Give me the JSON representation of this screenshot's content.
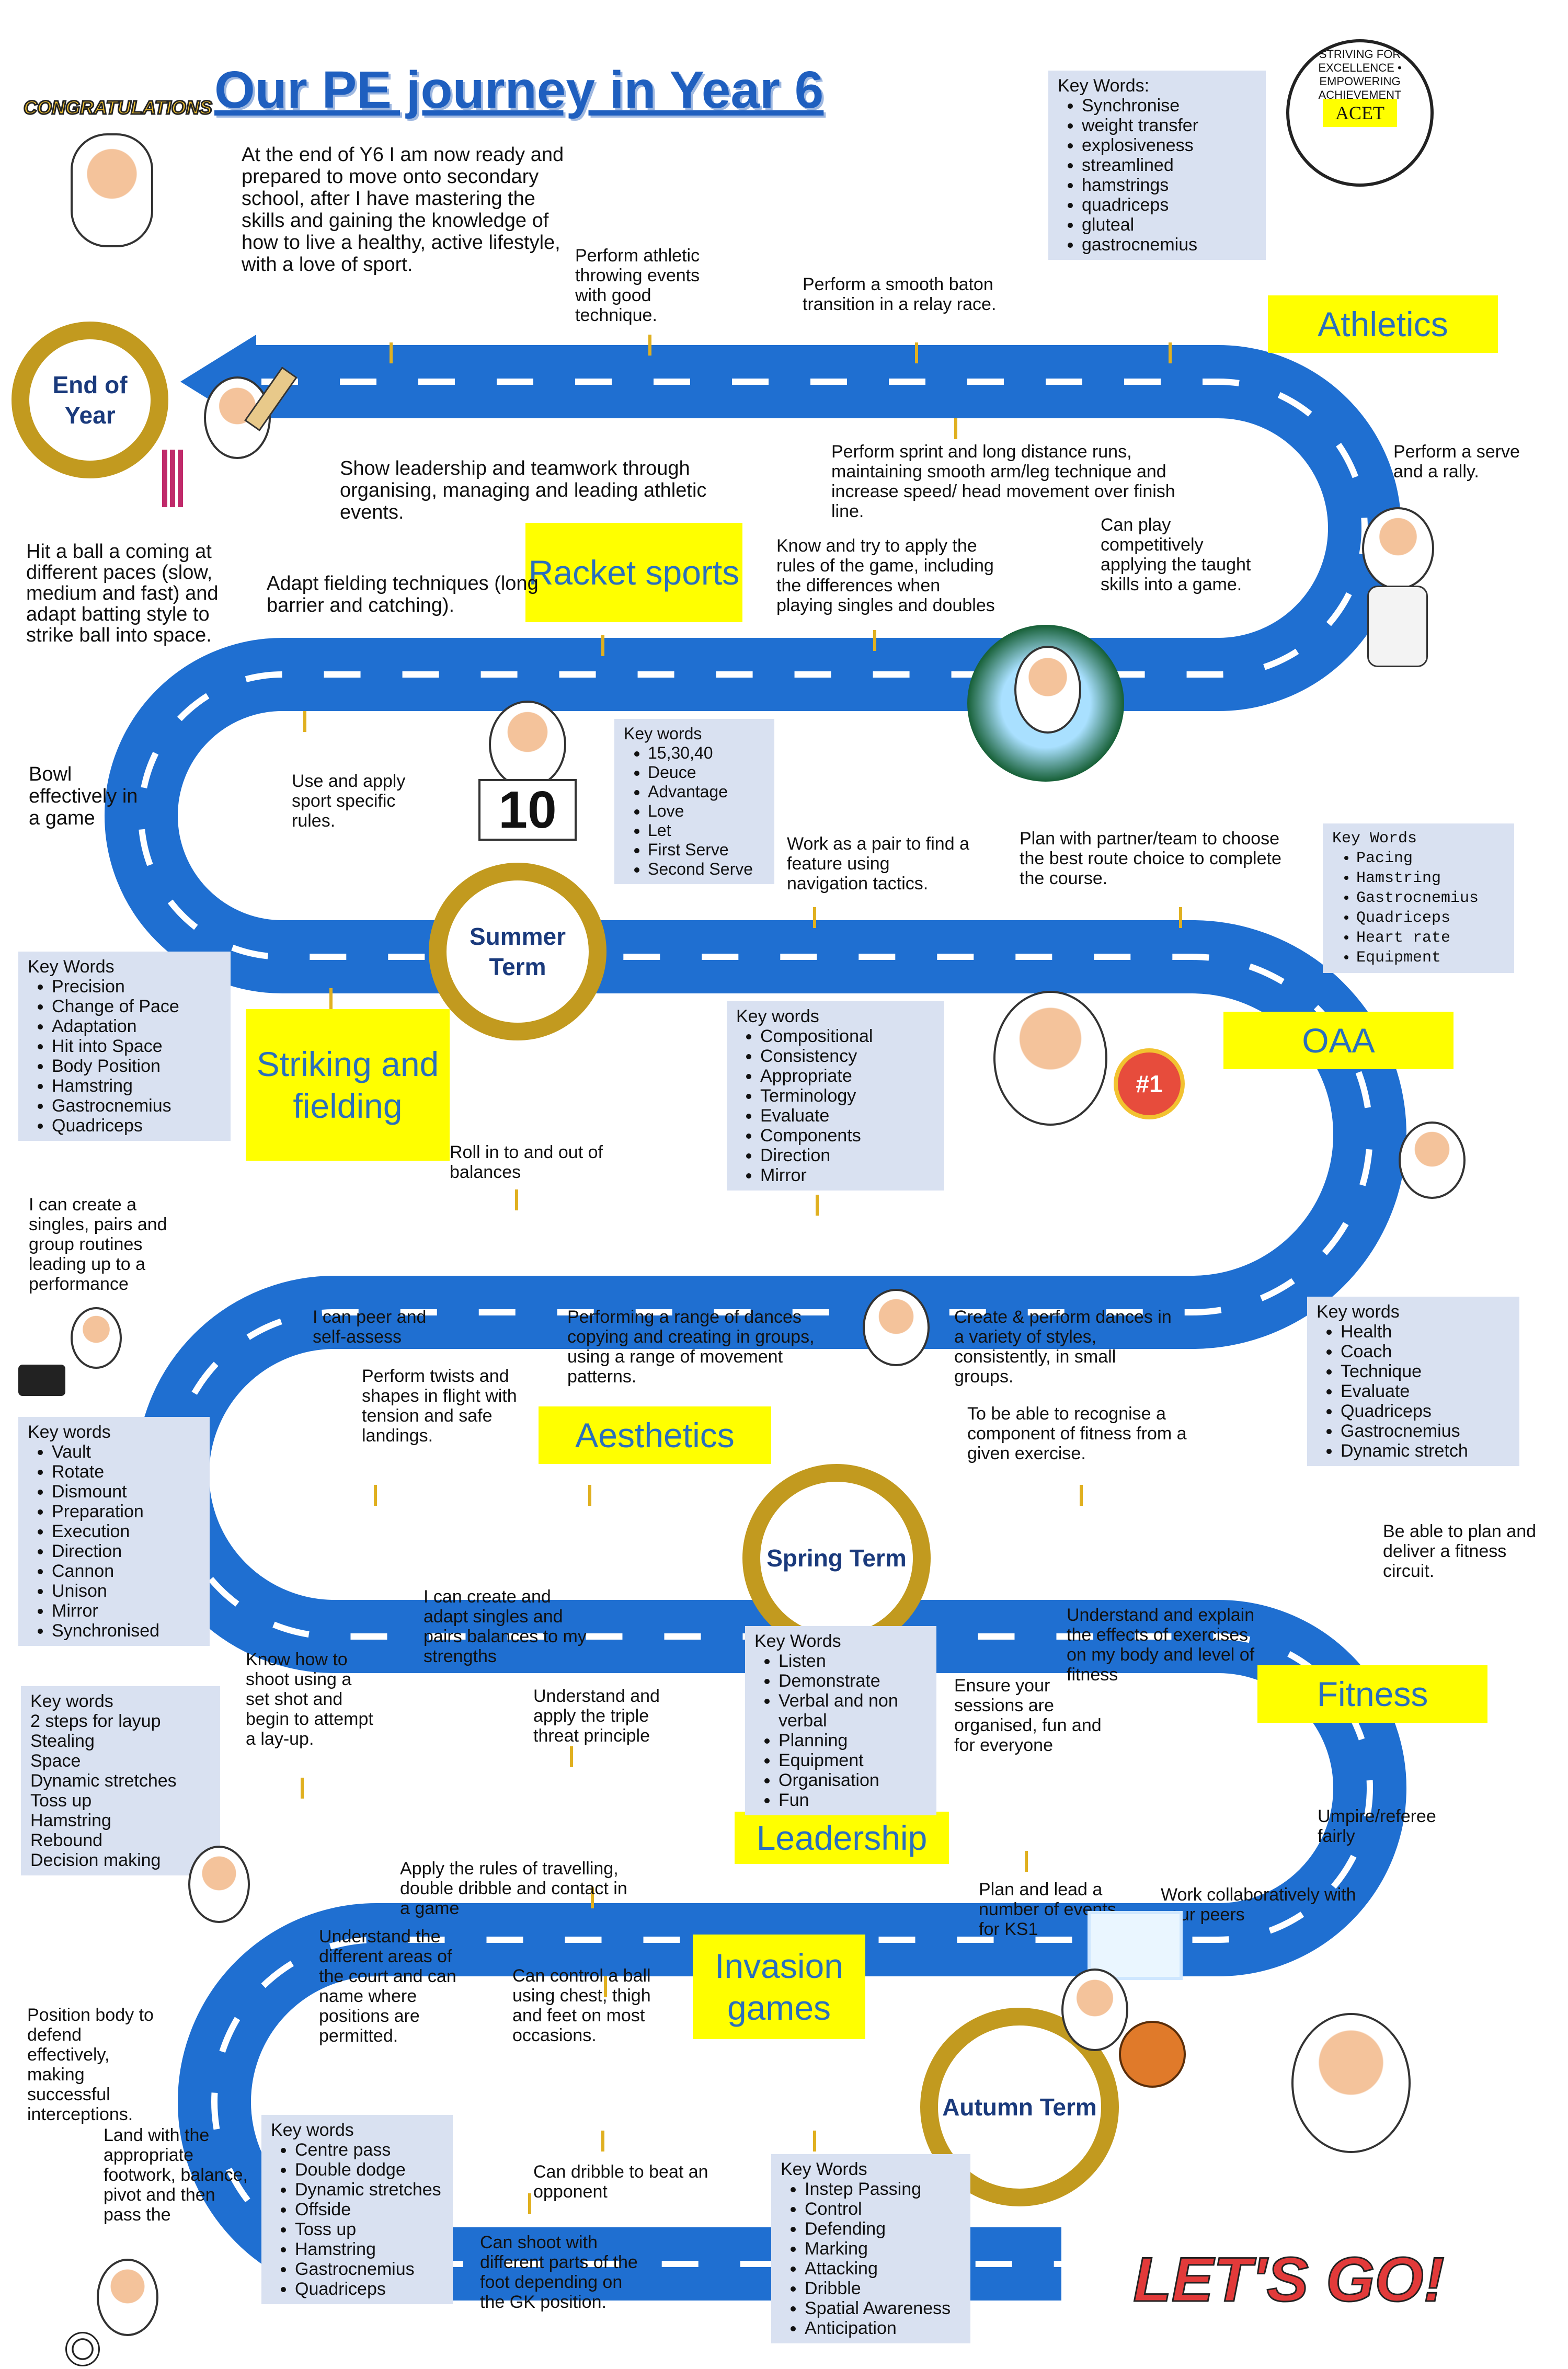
{
  "title": "Our PE journey in Year 6",
  "intro": "At the end of Y6 I am now ready and prepared to move onto secondary school, after I have mastering the skills and gaining the knowledge of how to live a healthy, active lifestyle, with a love of sport.",
  "congrats_text": "CONGRATULATIONS",
  "logo": {
    "text": "ACET",
    "ring_text": "STRIVING FOR EXCELLENCE • EMPOWERING ACHIEVEMENT"
  },
  "score_card": "10",
  "lets_go": "LET'S GO!",
  "badge_text": "#1",
  "terms": {
    "end": "End of Year",
    "summer": "Summer Term",
    "spring": "Spring Term",
    "autumn": "Autumn Term"
  },
  "sections": {
    "athletics": "Athletics",
    "racket": "Racket sports",
    "striking": "Striking and fielding",
    "oaa": "OAA",
    "aesthetics": "Aesthetics",
    "fitness": "Fitness",
    "leadership": "Leadership",
    "invasion": "Invasion games"
  },
  "labels": {
    "throwing": "Perform athletic throwing events with good technique.",
    "baton": "Perform a smooth baton transition in a relay race.",
    "leadership_athletic": "Show leadership and teamwork through organising, managing and leading athletic events.",
    "sprint": "Perform sprint and long distance runs, maintaining smooth arm/leg technique and increase speed/ head movement over finish line.",
    "serve": "Perform a serve and a rally.",
    "hit_ball": "Hit a ball a coming at different paces (slow, medium and fast) and adapt batting style to strike ball into space.",
    "fielding": "Adapt fielding techniques (long barrier and catching).",
    "rules_game": "Know and try to apply the rules of the game, including the differences when playing singles and doubles",
    "competitively": "Can play competitively applying the taught skills into a game.",
    "bowl": "Bowl effectively in a game",
    "sport_rules": "Use and apply sport specific rules.",
    "pair_feature": "Work as a pair to find a feature using navigation tactics.",
    "plan_route": "Plan with partner/team to choose the best route choice to complete the course.",
    "roll": "Roll in to and out of balances",
    "routines": "I can create a singles, pairs and group routines leading up to a performance",
    "peer": "I can peer and self-assess",
    "dances_range": "Performing a range of dances copying and creating in groups, using a range of movement patterns.",
    "create_dances": "Create & perform dances in a variety of styles, consistently, in small groups.",
    "twists": "Perform twists and shapes in flight with tension and safe landings.",
    "recognise": "To be able to recognise a component of fitness from a given exercise.",
    "balances": "I can create and adapt singles and pairs balances to my strengths",
    "fitness_circuit": "Be able to plan and deliver a fitness circuit.",
    "effects": "Understand and explain the effects of exercises on my body and level of fitness",
    "sessions": "Ensure your sessions are organised, fun and for everyone",
    "shoot_set": "Know how to shoot using a set shot and begin to attempt a lay-up.",
    "triple_threat": "Understand and apply the triple threat principle",
    "umpire": "Umpire/referee fairly",
    "travelling": "Apply the rules of travelling, double dribble and contact in a game",
    "plan_lead": "Plan and lead a number of events for KS1",
    "collaborate": "Work collaboratively with your peers",
    "court_areas": "Understand the different areas of the court and can name where positions are permitted.",
    "control_ball": "Can control a ball using chest, thigh and feet on most occasions.",
    "position_body": "Position body to defend effectively, making successful interceptions.",
    "land": "Land with the appropriate footwork, balance, pivot and then pass the",
    "dribble": "Can dribble to beat an opponent",
    "shoot_foot": "Can shoot with different parts of the foot depending on the GK position."
  },
  "keyword_boxes": {
    "athletics": {
      "heading": "Key Words:",
      "items": [
        "Synchronise",
        "weight transfer",
        "explosiveness",
        "streamlined",
        "hamstrings",
        "quadriceps",
        "gluteal",
        "gastrocnemius"
      ]
    },
    "racket": {
      "heading": "Key words",
      "items": [
        "15,30,40",
        "Deuce",
        "Advantage",
        "Love",
        "Let",
        "First Serve",
        "Second Serve"
      ]
    },
    "oaa": {
      "heading": "Key Words",
      "items": [
        "Pacing",
        "Hamstring",
        "Gastrocnemius",
        "Quadriceps",
        "Heart rate",
        "Equipment"
      ]
    },
    "striking": {
      "heading": "Key Words",
      "items": [
        "Precision",
        "Change of Pace",
        "Adaptation",
        "Hit into Space",
        "Body Position",
        "Hamstring",
        "Gastrocnemius",
        "Quadriceps"
      ]
    },
    "dance": {
      "heading": "Key words",
      "items": [
        "Compositional",
        "Consistency",
        "Appropriate",
        "Terminology",
        "Evaluate",
        "Components",
        "Direction",
        "Mirror"
      ]
    },
    "gym": {
      "heading": "Key words",
      "items": [
        "Vault",
        "Rotate",
        "Dismount",
        "Preparation",
        "Execution",
        "Direction",
        "Cannon",
        "Unison",
        "Mirror",
        "Synchronised"
      ]
    },
    "fitness": {
      "heading": "Key words",
      "items": [
        "Health",
        "Coach",
        "Technique",
        "Evaluate",
        "Quadriceps",
        "Gastrocnemius",
        "Dynamic stretch"
      ]
    },
    "leadership": {
      "heading": "Key Words",
      "items": [
        "Listen",
        "Demonstrate",
        "Verbal and non verbal",
        "Planning",
        "Equipment",
        "Organisation",
        "Fun"
      ]
    },
    "basketball": {
      "heading": "Key words",
      "items": [
        "2 steps for layup",
        "Stealing",
        "Space",
        "Dynamic stretches",
        "Toss up",
        "Hamstring",
        "Rebound",
        "Decision making"
      ]
    },
    "netball": {
      "heading": "Key words",
      "items": [
        "Centre pass",
        "Double dodge",
        "Dynamic stretches",
        "Offside",
        "Toss up",
        "Hamstring",
        "Gastrocnemius",
        "Quadriceps"
      ]
    },
    "football": {
      "heading": "Key Words",
      "items": [
        "Instep Passing",
        "Control",
        "Defending",
        "Marking",
        "Attacking",
        "Dribble",
        "Spatial Awareness",
        "Anticipation"
      ]
    }
  },
  "colors": {
    "road": "#1f6fd1",
    "term_ring": "#c29a1f",
    "section_bg": "#ffff00",
    "section_text": "#2a6fbd",
    "title": "#1f5fbf",
    "keyword_bg": "#d9e1f1"
  }
}
